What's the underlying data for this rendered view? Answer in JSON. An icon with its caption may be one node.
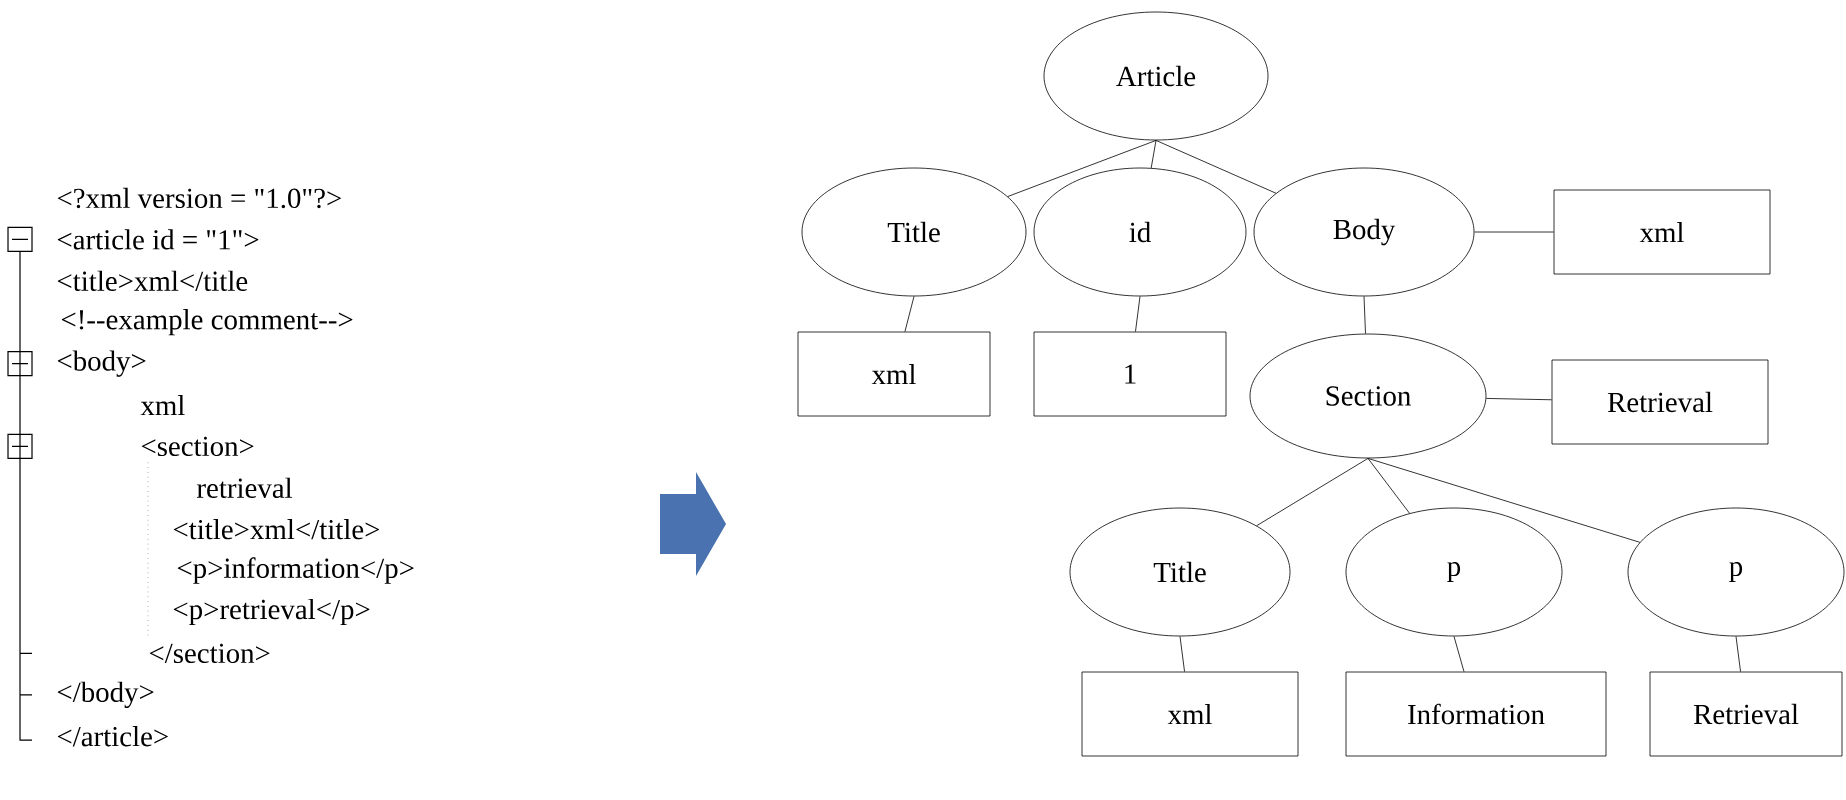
{
  "diagram": {
    "nodes": [
      {
        "text": [
          "Article"
        ]
      },
      {
        "text": [
          "Title"
        ]
      },
      {
        "text": [
          "id"
        ]
      },
      {
        "text": [
          "Body"
        ]
      },
      {
        "text": [
          "xml"
        ]
      },
      {
        "text": [
          "xml"
        ]
      },
      {
        "text": [
          "1"
        ]
      },
      {
        "text": [
          "Section"
        ]
      },
      {
        "text": [
          "Retrieval"
        ]
      },
      {
        "text": [
          "Title"
        ]
      },
      {
        "text": [
          "p"
        ]
      },
      {
        "text": [
          "p"
        ]
      },
      {
        "text": [
          "xml"
        ]
      },
      {
        "text": [
          "Information"
        ]
      },
      {
        "text": [
          "Retrieval"
        ]
      }
    ],
    "edges": [
      {
        "from": 0,
        "to": 1,
        "arrow": "none"
      },
      {
        "from": 0,
        "to": 2,
        "arrow": "none"
      },
      {
        "from": 0,
        "to": 3,
        "arrow": "none"
      },
      {
        "from": 3,
        "to": 4,
        "arrow": "none"
      },
      {
        "from": 1,
        "to": 5,
        "arrow": "none"
      },
      {
        "from": 2,
        "to": 6,
        "arrow": "none"
      },
      {
        "from": 3,
        "to": 7,
        "arrow": "none"
      },
      {
        "from": 7,
        "to": 8,
        "arrow": "none"
      },
      {
        "from": 7,
        "to": 9,
        "arrow": "none"
      },
      {
        "from": 7,
        "to": 10,
        "arrow": "none"
      },
      {
        "from": 7,
        "to": 11,
        "arrow": "none"
      },
      {
        "from": 9,
        "to": 12,
        "arrow": "none"
      },
      {
        "from": 10,
        "to": 13,
        "arrow": "none"
      },
      {
        "from": 11,
        "to": 14,
        "arrow": "none"
      }
    ],
    "labels": [
      "<?xml version = \"1.0\"?>",
      "<article id = \"1\">",
      "<title>xml</title",
      "<!--example comment-->",
      "<body>",
      "xml",
      "<section>",
      "retrieval",
      "<title>xml</title>",
      "<p>information</p>",
      "<p>retrieval</p>",
      "</section>",
      "</body>",
      "</article>"
    ]
  }
}
